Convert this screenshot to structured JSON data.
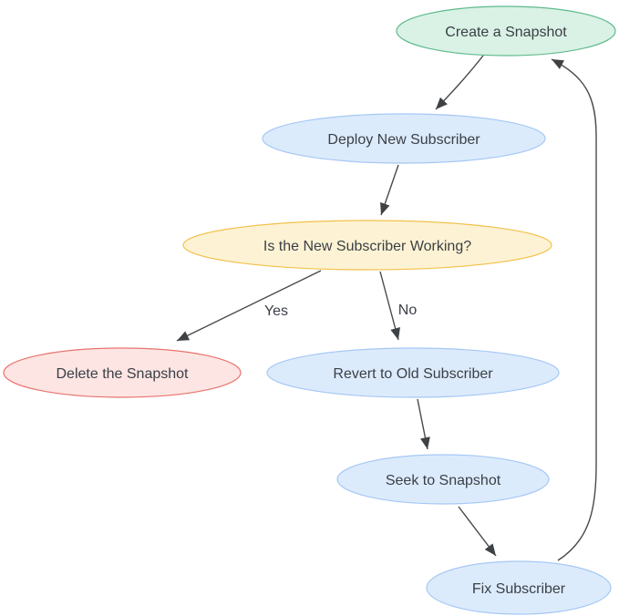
{
  "diagram": {
    "type": "flowchart",
    "background": "#ffffff",
    "edge_color": "#4a4a4d",
    "arrowhead_color": "#3f4245",
    "text_color": "#3b3f46",
    "nodes": [
      {
        "id": "create-snapshot",
        "label": "Create a Snapshot",
        "shape": "ellipse",
        "fill": "#d9f2e5",
        "stroke": "#5fba8c"
      },
      {
        "id": "deploy-new-subscriber",
        "label": "Deploy New Subscriber",
        "shape": "ellipse",
        "fill": "#dcebfc",
        "stroke": "#a6c8f5"
      },
      {
        "id": "is-new-subscriber-working",
        "label": "Is the New Subscriber Working?",
        "shape": "ellipse",
        "fill": "#fdf3d4",
        "stroke": "#f2c04a"
      },
      {
        "id": "delete-the-snapshot",
        "label": "Delete the Snapshot",
        "shape": "ellipse",
        "fill": "#fce5e3",
        "stroke": "#e9746e"
      },
      {
        "id": "revert-to-old-subscriber",
        "label": "Revert to Old Subscriber",
        "shape": "ellipse",
        "fill": "#dcebfc",
        "stroke": "#a6c8f5"
      },
      {
        "id": "seek-to-snapshot",
        "label": "Seek to Snapshot",
        "shape": "ellipse",
        "fill": "#dcebfc",
        "stroke": "#a6c8f5"
      },
      {
        "id": "fix-subscriber",
        "label": "Fix Subscriber",
        "shape": "ellipse",
        "fill": "#dcebfc",
        "stroke": "#a6c8f5"
      }
    ],
    "edges": [
      {
        "from": "create-snapshot",
        "to": "deploy-new-subscriber",
        "label": ""
      },
      {
        "from": "deploy-new-subscriber",
        "to": "is-new-subscriber-working",
        "label": ""
      },
      {
        "from": "is-new-subscriber-working",
        "to": "delete-the-snapshot",
        "label": "Yes"
      },
      {
        "from": "is-new-subscriber-working",
        "to": "revert-to-old-subscriber",
        "label": "No"
      },
      {
        "from": "revert-to-old-subscriber",
        "to": "seek-to-snapshot",
        "label": ""
      },
      {
        "from": "seek-to-snapshot",
        "to": "fix-subscriber",
        "label": ""
      },
      {
        "from": "fix-subscriber",
        "to": "create-snapshot",
        "label": ""
      }
    ]
  }
}
